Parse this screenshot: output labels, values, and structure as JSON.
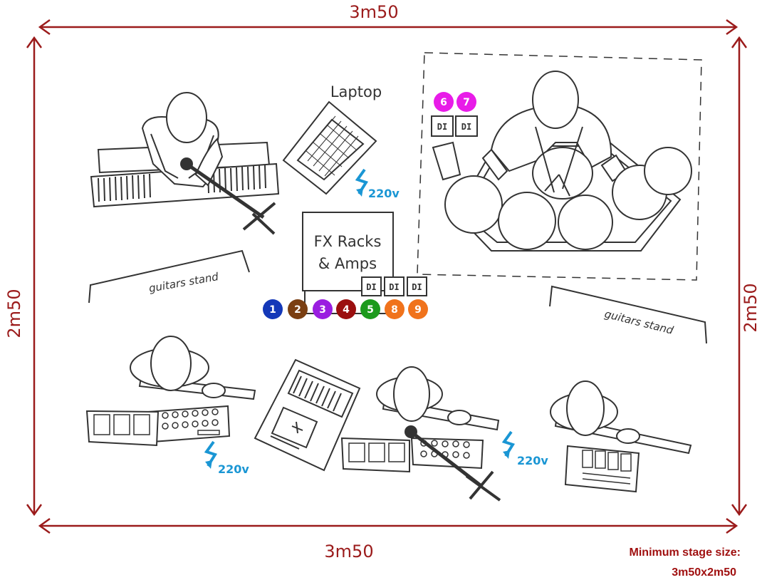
{
  "dimensions": {
    "top": "3m50",
    "bottom": "3m50",
    "left": "2m50",
    "right": "2m50",
    "color": "#9b1b1b"
  },
  "labels": {
    "laptop": "Laptop",
    "fx_line1": "FX Racks",
    "fx_line2": "& Amps",
    "guitars_stand_left": "guitars stand",
    "guitars_stand_right": "guitars stand",
    "voltage": "220v",
    "di": "DI"
  },
  "inputs": [
    {
      "num": "1",
      "color": "#1438b8"
    },
    {
      "num": "2",
      "color": "#7a3f12"
    },
    {
      "num": "3",
      "color": "#9a1ee0"
    },
    {
      "num": "4",
      "color": "#9b0f0f"
    },
    {
      "num": "5",
      "color": "#1c9a1c"
    },
    {
      "num": "8",
      "color": "#f0731c"
    },
    {
      "num": "9",
      "color": "#f0731c"
    },
    {
      "num": "6",
      "color": "#e81ce8"
    },
    {
      "num": "7",
      "color": "#e81ce8"
    }
  ],
  "note": {
    "line1": "Minimum stage size:",
    "line2": "3m50x2m50"
  },
  "power_color": "#1a96d4"
}
